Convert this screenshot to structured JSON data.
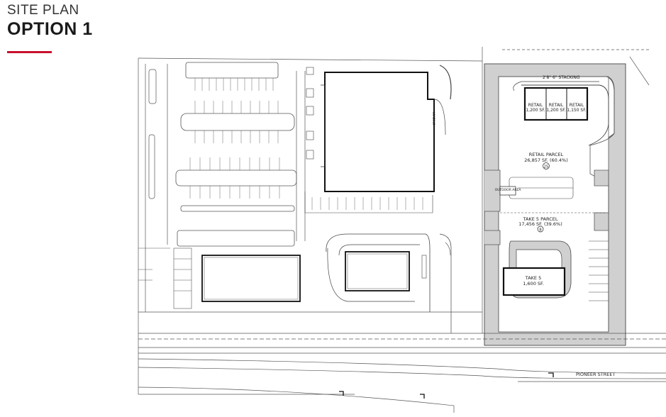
{
  "header": {
    "subtitle": "SITE PLAN",
    "title": "OPTION 1",
    "accent_color": "#c8102e"
  },
  "plan": {
    "stacking_label": "2'8\" 6\" STACKING",
    "retail_units": [
      {
        "name": "RETAIL",
        "area": "1,200 SF."
      },
      {
        "name": "RETAIL",
        "area": "1,200 SF."
      },
      {
        "name": "RETAIL",
        "area": "1,150 SF."
      }
    ],
    "retail_parcel": {
      "name": "RETAIL PARCEL",
      "area": "26,857 SF. (60.4%)",
      "stalls": "25"
    },
    "take5_parcel": {
      "name": "TAKE 5 PARCEL",
      "area": "17,456 SF. (39.6%)",
      "stalls": "8"
    },
    "take5_building": {
      "name": "TAKE 5",
      "area": "1,600 SF."
    },
    "outdoor_label": "OUTDOOR AREA",
    "loading_label": "LOADING",
    "street_name": "PIONEER STREET",
    "parcel_fill": "#d0d0d0"
  }
}
